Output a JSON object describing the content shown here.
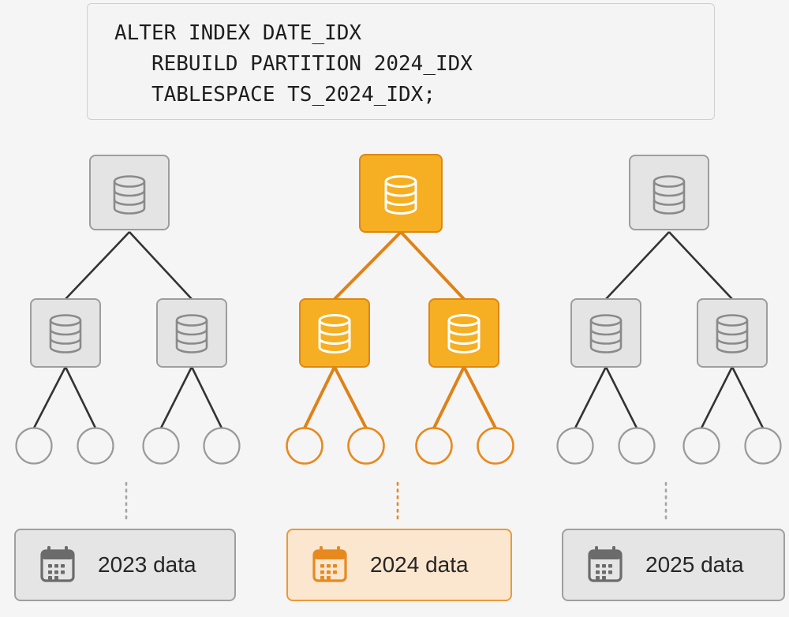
{
  "code": {
    "lines": [
      "ALTER INDEX DATE_IDX",
      "   REBUILD PARTITION 2024_IDX",
      "   TABLESPACE TS_2024_IDX;"
    ]
  },
  "partitions": [
    {
      "id": "2023",
      "label": "2023 data",
      "active": false
    },
    {
      "id": "2024",
      "label": "2024 data",
      "active": true
    },
    {
      "id": "2025",
      "label": "2025 data",
      "active": false
    }
  ],
  "colors": {
    "background": "#f5f5f5",
    "inactive_node_fill": "#e4e4e4",
    "inactive_node_border": "#9d9d9d",
    "inactive_icon": "#8a8a8a",
    "inactive_line": "#333333",
    "inactive_leaf": "#9a9a9a",
    "inactive_dots": "#a5a5a5",
    "active_node_fill": "#f6ae22",
    "active_node_border": "#de8712",
    "active_icon": "#ffffff",
    "active_line": "#de8218",
    "active_leaf": "#e8891f",
    "active_dots": "#e8891f",
    "active_legend_fill": "#fbe6cf",
    "active_legend_border": "#ea9a3a",
    "active_legend_icon": "#e68a1f",
    "inactive_legend_fill": "#e5e5e5",
    "inactive_legend_border": "#9f9f9f",
    "inactive_legend_icon": "#6b6b6b"
  },
  "icons": {
    "node": "database-icon",
    "leaf": "leaf-node-circle",
    "legend": "calendar-icon"
  }
}
